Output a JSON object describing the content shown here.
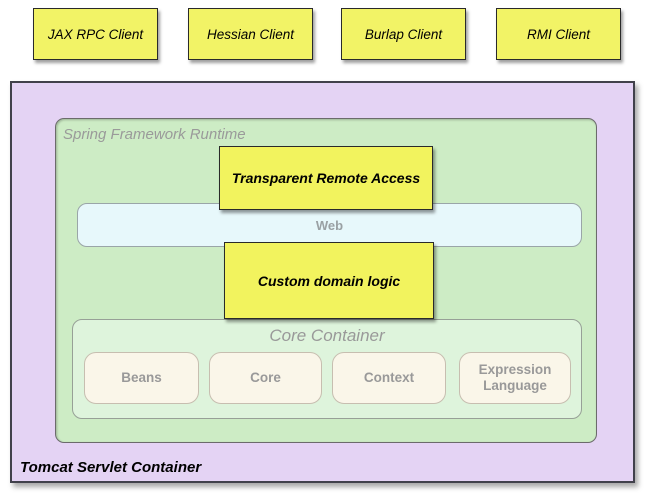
{
  "clients": [
    {
      "label": "JAX RPC Client"
    },
    {
      "label": "Hessian Client"
    },
    {
      "label": "Burlap Client"
    },
    {
      "label": "RMI Client"
    }
  ],
  "tomcat": {
    "label": "Tomcat Servlet Container"
  },
  "runtime": {
    "label": "Spring Framework Runtime"
  },
  "remote_access": {
    "label": "Transparent Remote Access"
  },
  "web": {
    "label": "Web"
  },
  "domain_logic": {
    "label": "Custom domain logic"
  },
  "core": {
    "label": "Core Container",
    "modules": [
      {
        "label": "Beans"
      },
      {
        "label": "Core"
      },
      {
        "label": "Context"
      },
      {
        "label": "Expression Language"
      }
    ]
  },
  "colors": {
    "client_fill": "#f2f366",
    "yellow_fill": "#f2f35e",
    "box_border": "#2a2a2a",
    "tomcat_fill": "#e4d3f4",
    "tomcat_border": "#41414b",
    "runtime_fill": "#cdecc5",
    "web_fill": "#e7f8fb",
    "core_fill": "#def4dc",
    "module_fill": "#faf6e9",
    "label_gray": "#999999"
  }
}
